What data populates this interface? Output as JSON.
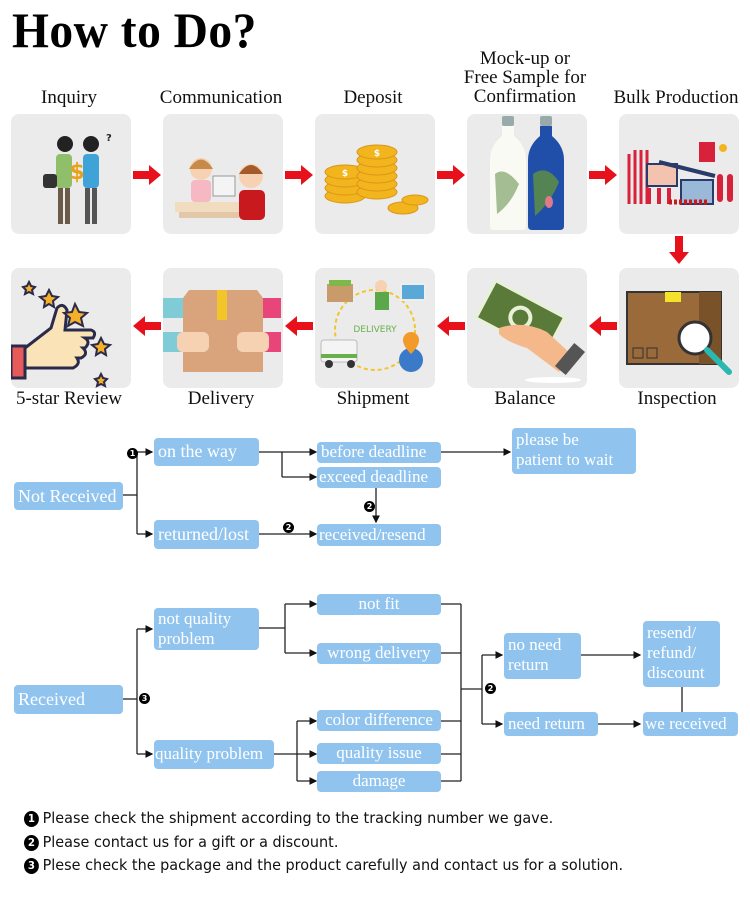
{
  "title": "How to Do?",
  "process_steps": [
    {
      "label": "Inquiry",
      "icon": "inquiry-people-dollar-icon"
    },
    {
      "label": "Communication",
      "icon": "customer-service-call-icon"
    },
    {
      "label": "Deposit",
      "icon": "gold-coins-icon"
    },
    {
      "label_lines": [
        "Mock-up or",
        "Free Sample for",
        "Confirmation"
      ],
      "icon": "sample-bottles-icon"
    },
    {
      "label": "Bulk Production",
      "icon": "factory-machine-icon"
    },
    {
      "label": "Inspection",
      "icon": "box-magnifier-icon"
    },
    {
      "label": "Balance",
      "icon": "hand-money-icon"
    },
    {
      "label": "Shipment",
      "icon": "delivery-concept-icon"
    },
    {
      "label": "Delivery",
      "icon": "hands-box-icon"
    },
    {
      "label": "5-star Review",
      "icon": "thumbs-up-stars-icon"
    }
  ],
  "arrow_color": "#e8101a",
  "node_color": "#90c4ee",
  "not_received": {
    "root": "Not Received",
    "on_the_way": "on the way",
    "returned_lost": "returned/lost",
    "before_deadline": "before deadline",
    "exceed_deadline": "exceed deadline",
    "received_resend": "received/resend",
    "wait_lines": [
      "please be",
      "patient to wait"
    ],
    "badges": {
      "root_branch": "1",
      "exceed_to_resend": "2",
      "returned_to_resend": "2"
    }
  },
  "received": {
    "root": "Received",
    "not_quality_lines": [
      "not quality",
      "problem"
    ],
    "quality_problem": "quality problem",
    "not_fit": "not fit",
    "wrong_delivery": "wrong delivery",
    "color_difference": "color difference",
    "quality_issue": "quality issue",
    "damage": "damage",
    "no_need_return_lines": [
      "no need",
      "return"
    ],
    "need_return": "need return",
    "resolution_lines": [
      "resend/",
      "refund/",
      "discount"
    ],
    "we_received": "we received",
    "badges": {
      "root_branch": "3",
      "merge_branch": "2"
    }
  },
  "notes": [
    {
      "num": "1",
      "text": "Please check the shipment according to the tracking number we gave."
    },
    {
      "num": "2",
      "text": "Please contact us for a gift or a discount."
    },
    {
      "num": "3",
      "text": "Plese check the package and the product carefully and contact us for a solution."
    }
  ]
}
